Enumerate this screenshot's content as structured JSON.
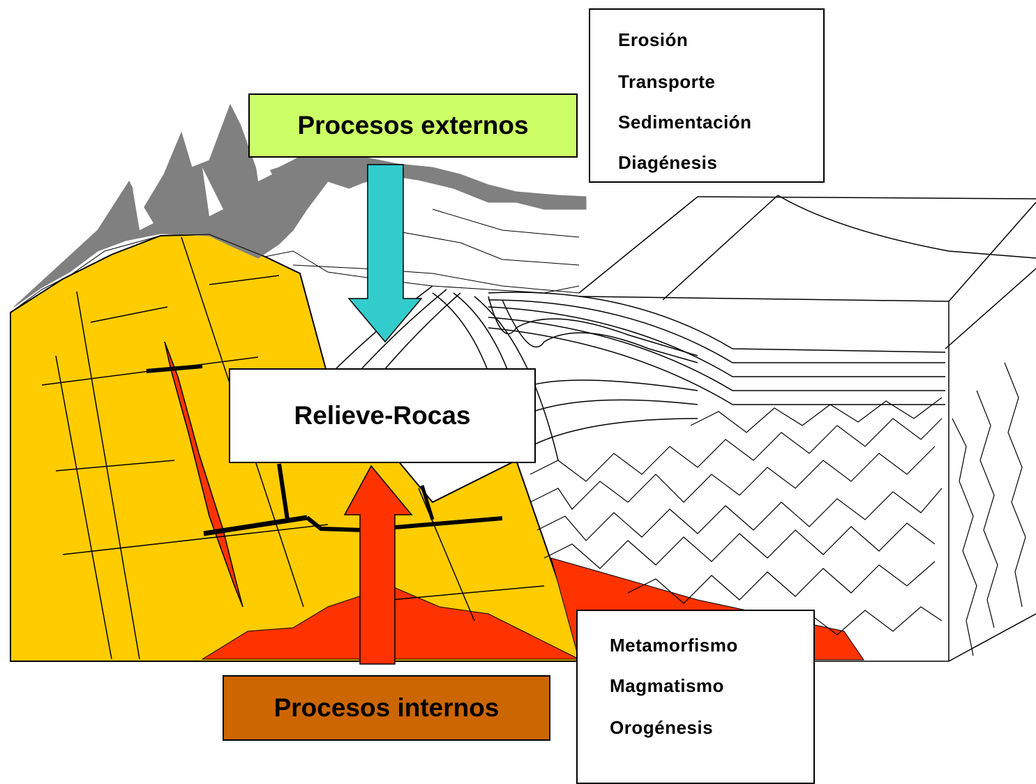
{
  "labels": {
    "external": "Procesos externos",
    "internal": "Procesos internos",
    "center": "Relieve-Rocas"
  },
  "external_processes": [
    "Erosión",
    "Transporte",
    "Sedimentación",
    "Diagénesis"
  ],
  "internal_processes": [
    "Metamorfismo",
    "Magmatismo",
    "Orogénesis"
  ],
  "colors": {
    "external_box": "#ccff66",
    "internal_box": "#cc6600",
    "down_arrow": "#33cccc",
    "up_arrow": "#ff3300",
    "rock": "#ffcc00",
    "magma": "#ff3300",
    "mountain": "#808080"
  }
}
